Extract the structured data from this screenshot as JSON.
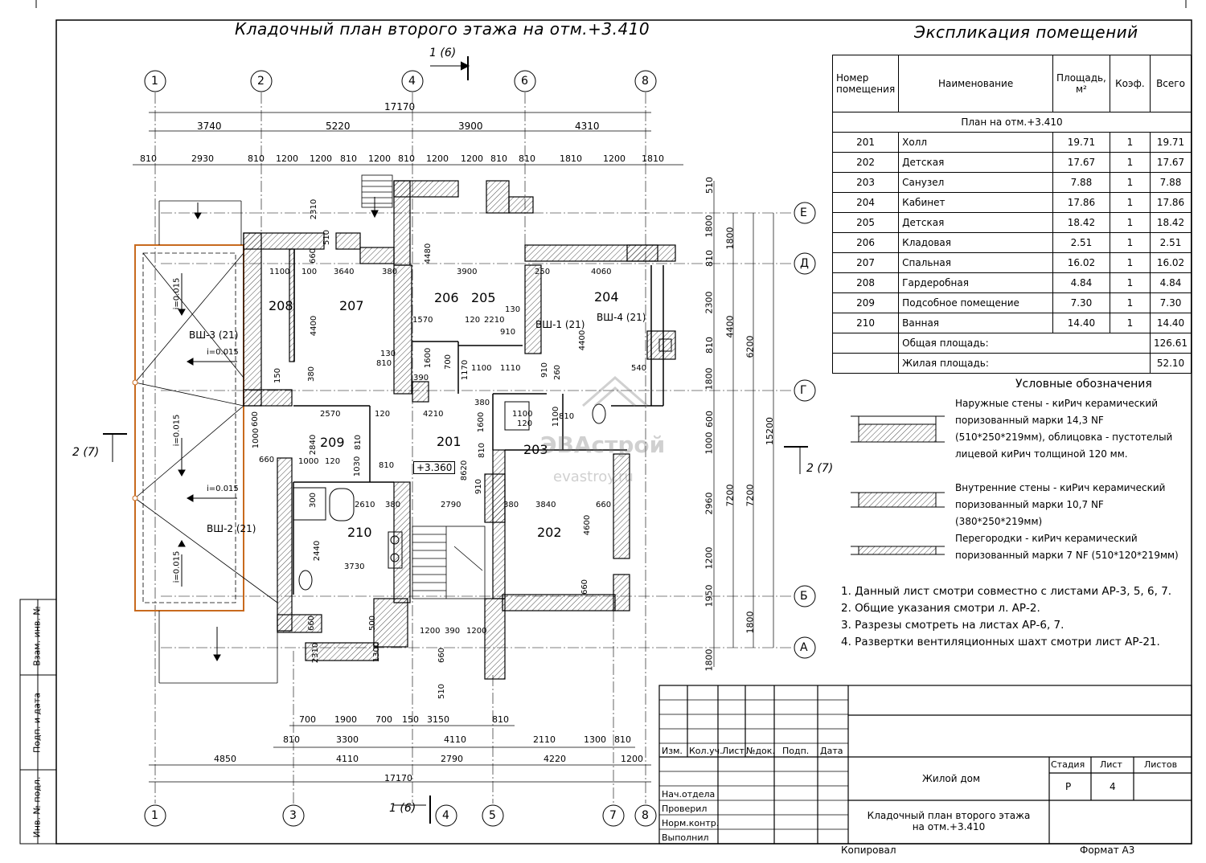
{
  "drawing": {
    "title": "Кладочный план второго этажа на отм.+3.410",
    "level_mark": "+3.360",
    "section_marks": [
      "1 (6)",
      "2 (7)"
    ],
    "axes_top": [
      "1",
      "2",
      "4",
      "6",
      "8"
    ],
    "axes_bottom": [
      "1",
      "3",
      "4",
      "5",
      "7",
      "8"
    ],
    "axes_right": [
      "Е",
      "Д",
      "Г",
      "Б",
      "А"
    ],
    "dims_top_total": "17170",
    "dims_top_row1": [
      "3740",
      "5220",
      "3900",
      "4310"
    ],
    "dims_top_row2": [
      "810",
      "2930",
      "810",
      "1200",
      "1200",
      "810",
      "1200",
      "810",
      "1200",
      "810",
      "1200",
      "810",
      "1810",
      "1200",
      "1810"
    ],
    "dims_bottom_row1": [
      "700",
      "1900",
      "700",
      "150",
      "3150",
      "810"
    ],
    "dims_bottom_row2": [
      "810",
      "3300",
      "4110",
      "2110",
      "1300",
      "810"
    ],
    "dims_bottom_row3": [
      "4850",
      "4110",
      "2790",
      "4220",
      "1200"
    ],
    "dims_bottom_total": "17170",
    "dims_right": [
      "510",
      "1800",
      "810",
      "2300",
      "810",
      "1800",
      "600",
      "1000",
      "2960",
      "1200",
      "1950",
      "1800"
    ],
    "dims_right2": [
      "1800",
      "4400",
      "6200",
      "7200",
      "7200",
      "15200",
      "1800"
    ],
    "room_numbers": [
      "201",
      "202",
      "203",
      "204",
      "205",
      "206",
      "207",
      "208",
      "209",
      "210"
    ],
    "vent_labels": [
      "ВШ-1 (21)",
      "ВШ-2 (21)",
      "ВШ-3 (21)",
      "ВШ-4 (21)"
    ],
    "slope_labels": [
      "i=0.015",
      "i=0.015",
      "i=0.015",
      "i=0.015",
      "i=0.015"
    ],
    "inner_dims": [
      "1100",
      "100",
      "3640",
      "380",
      "4480",
      "3900",
      "250",
      "4060",
      "4400",
      "2310",
      "660",
      "510",
      "1570",
      "120",
      "2210",
      "130",
      "910",
      "4400",
      "1600",
      "700",
      "390",
      "1100",
      "1110",
      "910",
      "260",
      "540",
      "2570",
      "120",
      "4210",
      "2840",
      "810",
      "1030",
      "810",
      "1000",
      "120",
      "300",
      "2610",
      "380",
      "2790",
      "380",
      "3840",
      "660",
      "4600",
      "2440",
      "3730",
      "660",
      "1200",
      "390",
      "1200",
      "1300",
      "660",
      "510",
      "8620",
      "1170",
      "380",
      "1600",
      "810",
      "910",
      "1100",
      "120",
      "1100",
      "810",
      "150",
      "600",
      "1000",
      "660",
      "380",
      "500",
      "130",
      "810",
      "2310",
      "660"
    ]
  },
  "explication": {
    "title": "Экспликация помещений",
    "headers": [
      "Номер помещения",
      "Наименование",
      "Площадь, м²",
      "Коэф.",
      "Всего"
    ],
    "section": "План на отм.+3.410",
    "rows": [
      [
        "201",
        "Холл",
        "19.71",
        "1",
        "19.71"
      ],
      [
        "202",
        "Детская",
        "17.67",
        "1",
        "17.67"
      ],
      [
        "203",
        "Санузел",
        "7.88",
        "1",
        "7.88"
      ],
      [
        "204",
        "Кабинет",
        "17.86",
        "1",
        "17.86"
      ],
      [
        "205",
        "Детская",
        "18.42",
        "1",
        "18.42"
      ],
      [
        "206",
        "Кладовая",
        "2.51",
        "1",
        "2.51"
      ],
      [
        "207",
        "Спальная",
        "16.02",
        "1",
        "16.02"
      ],
      [
        "208",
        "Гардеробная",
        "4.84",
        "1",
        "4.84"
      ],
      [
        "209",
        "Подсобное помещение",
        "7.30",
        "1",
        "7.30"
      ],
      [
        "210",
        "Ванная",
        "14.40",
        "1",
        "14.40"
      ]
    ],
    "total_label": "Общая площадь:",
    "total_value": "126.61",
    "living_label": "Жилая площадь:",
    "living_value": "52.10"
  },
  "legend": {
    "title": "Условные обозначения",
    "items": [
      "Наружные стены - киРич керамический поризованный марки 14,3 NF (510*250*219мм), облицовка - пустотелый лицевой киРич толщиной 120 мм.",
      "Внутренние стены - киРич керамический поризованный марки 10,7 NF (380*250*219мм)",
      "Перегородки - киРич керамический поризованный марки 7 NF (510*120*219мм)"
    ]
  },
  "notes": [
    "1. Данный лист смотри совместно с листами АР-3, 5, 6, 7.",
    "2. Общие указания смотри л. АР-2.",
    "3. Разрезы смотреть на листах АР-6, 7.",
    "4. Развертки вентиляционных шахт смотри лист АР-21."
  ],
  "stamp": {
    "headers": [
      "Изм.",
      "Кол.уч.",
      "Лист",
      "№док.",
      "Подп.",
      "Дата"
    ],
    "roles": [
      "Нач.отдела",
      "Проверил",
      "Норм.контр.",
      "Выполнил"
    ],
    "project": "Жилой дом",
    "sheet_title": "Кладочный план второго этажа на отм.+3.410",
    "stage_label": "Стадия",
    "sheet_label": "Лист",
    "sheets_label": "Листов",
    "stage": "Р",
    "sheet": "4",
    "copied": "Копировал",
    "format": "Формат А3"
  },
  "side_stamp": [
    "Взам. инв. №",
    "Подп. и дата",
    "Инв. № подл."
  ],
  "watermark": {
    "brand": "ЭВАстрой",
    "site": "evastroy.ru"
  }
}
